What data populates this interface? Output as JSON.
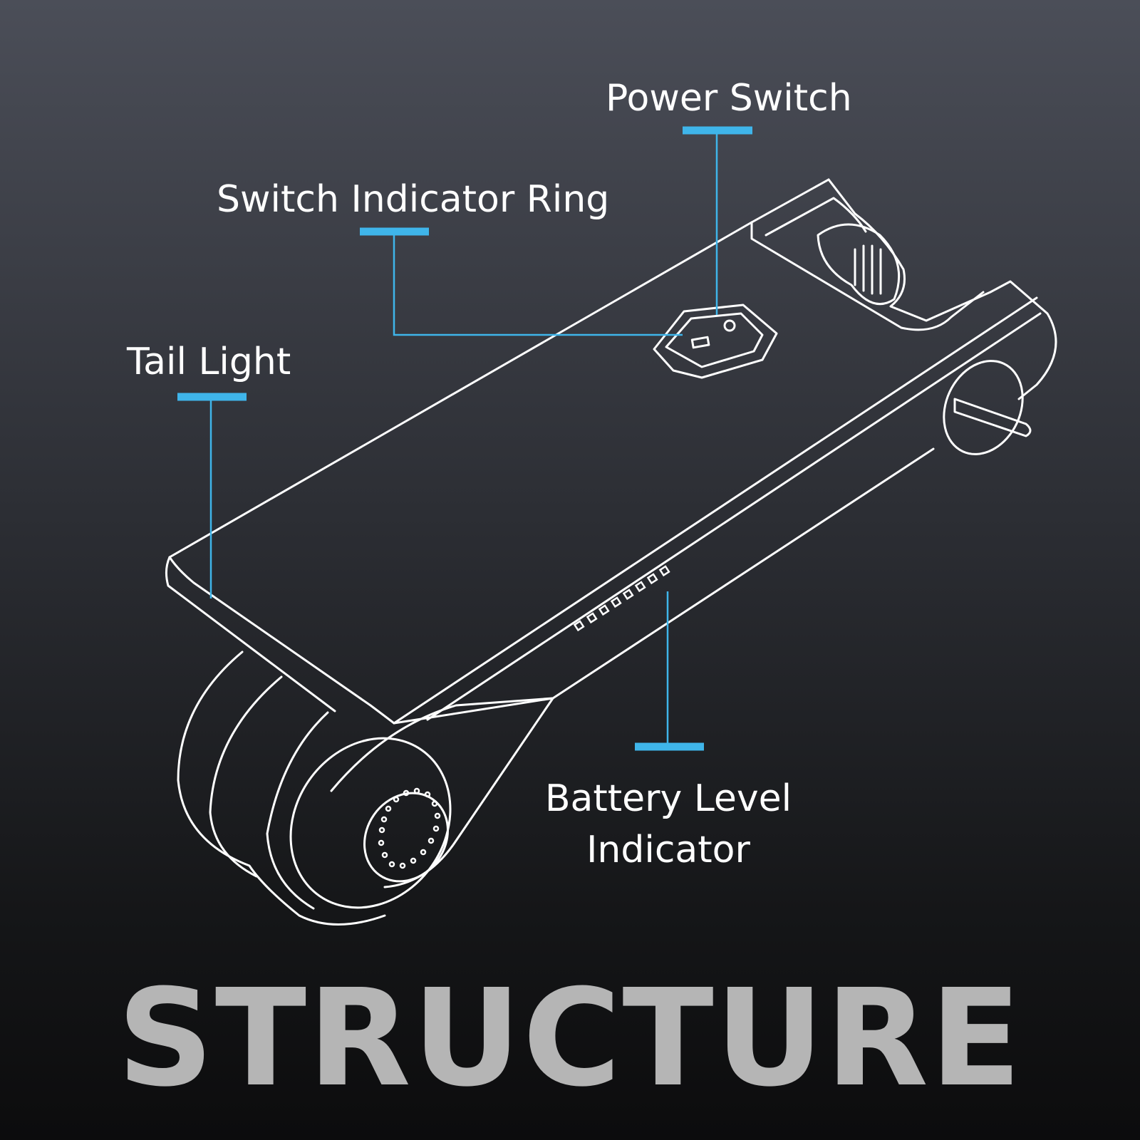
{
  "labels": {
    "power_switch": "Power Switch",
    "switch_indicator_ring": "Switch Indicator Ring",
    "tail_light": "Tail Light",
    "battery_level_indicator_line1": "Battery Level",
    "battery_level_indicator_line2": "Indicator"
  },
  "title": "STRUCTURE",
  "colors": {
    "accent": "#3fb5ea",
    "outline": "#ffffff",
    "title": "#b5b5b5"
  }
}
